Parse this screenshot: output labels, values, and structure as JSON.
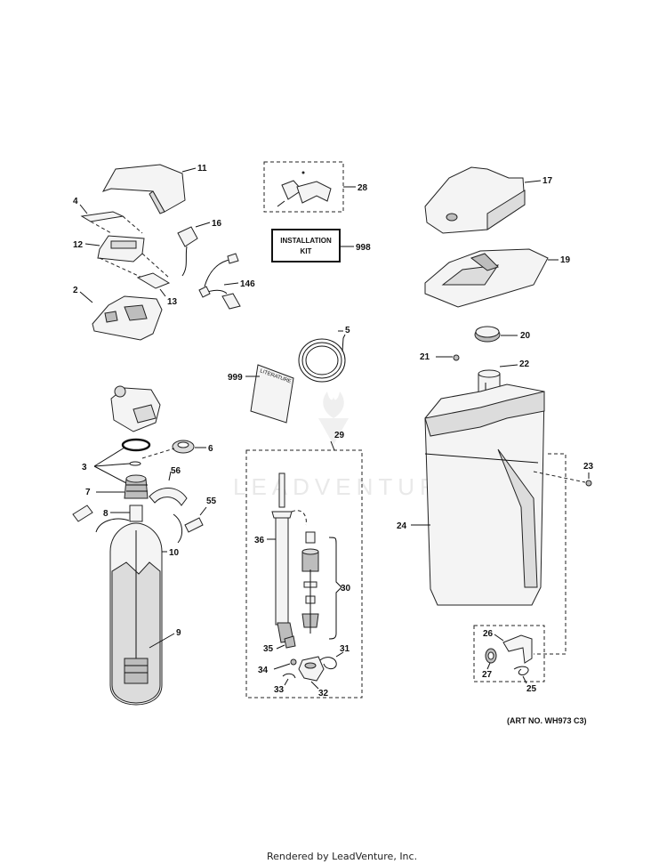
{
  "diagram": {
    "callouts": {
      "c11": "11",
      "c4": "4",
      "c16": "16",
      "c12": "12",
      "c146": "146",
      "c13": "13",
      "c2": "2",
      "c28": "28",
      "c998": "998",
      "c5": "5",
      "c999": "999",
      "c17": "17",
      "c19": "19",
      "c20": "20",
      "c21": "21",
      "c22": "22",
      "c6": "6",
      "c3": "3",
      "c56": "56",
      "c7": "7",
      "c55": "55",
      "c8": "8",
      "c10": "10",
      "c9": "9",
      "c29": "29",
      "c36": "36",
      "c30": "30",
      "c35": "35",
      "c31": "31",
      "c34": "34",
      "c33": "33",
      "c32": "32",
      "c23": "23",
      "c24": "24",
      "c26": "26",
      "c27": "27",
      "c25": "25"
    },
    "installation_kit_line1": "INSTALLATION",
    "installation_kit_line2": "KIT",
    "literature_label": "LITERATURE",
    "art_number": "(ART NO. WH973 C3)",
    "watermark": "LEADVENTURE"
  },
  "footer": {
    "text": "Rendered by LeadVenture, Inc."
  }
}
